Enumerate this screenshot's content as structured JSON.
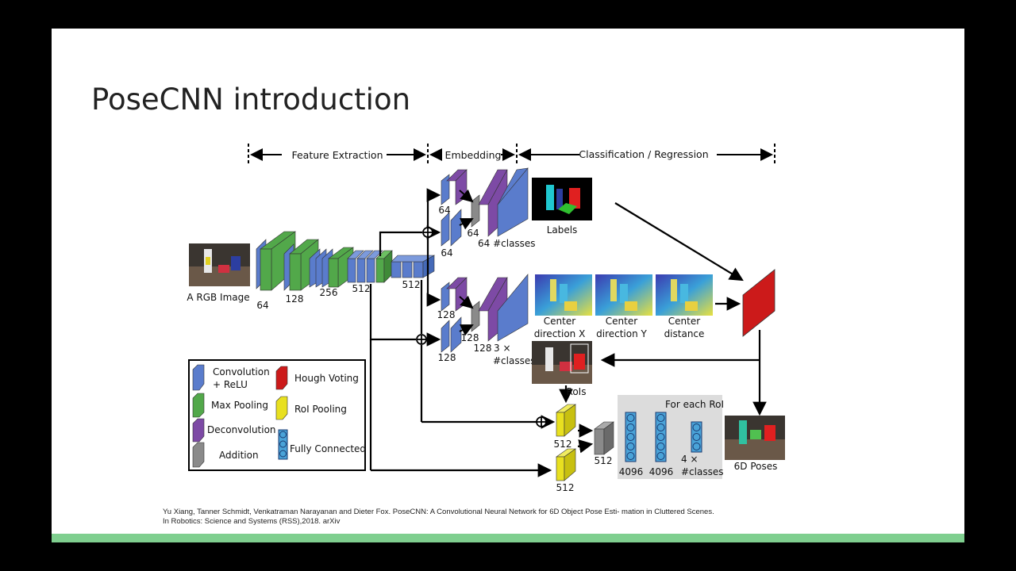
{
  "slide": {
    "title": "PoseCNN introduction",
    "citation": "Yu Xiang, Tanner Schmidt, Venkatraman Narayanan and Dieter Fox. PoseCNN: A Convolutional Neural Network for 6D Object Pose Esti- mation in Cluttered Scenes. In Robotics: Science and Systems (RSS),2018. arXiv"
  },
  "diagram": {
    "stages": [
      "Feature Extraction",
      "Embedding",
      "Classification / Regression"
    ],
    "input_label": "A RGB Image",
    "layer_sizes": {
      "s64": "64",
      "s128": "128",
      "s256": "256",
      "s512a": "512",
      "s512b": "512",
      "up64a": "64",
      "up64b": "64",
      "up64c": "64",
      "up_classes": "64 #classes",
      "mid128a": "128",
      "mid128b": "128",
      "mid128c": "128",
      "mid_classes_1": "3 ×",
      "mid_classes_2": "#classes",
      "roi512a": "512",
      "roi512b": "512",
      "roi512c": "512",
      "fc1": "4096",
      "fc2": "4096",
      "fc3_1": "4 ×",
      "fc3_2": "#classes"
    },
    "outputs": {
      "labels": "Labels",
      "center_x_1": "Center",
      "center_x_2": "direction X",
      "center_y_1": "Center",
      "center_y_2": "direction Y",
      "center_d_1": "Center",
      "center_d_2": "distance",
      "rois": "RoIs",
      "for_each_roi": "For each RoI",
      "poses": "6D Poses"
    },
    "legend": {
      "conv_1": "Convolution",
      "conv_2": "+ ReLU",
      "maxpool": "Max Pooling",
      "deconv": "Deconvolution",
      "addition": "Addition",
      "hough": "Hough Voting",
      "roipool": "RoI Pooling",
      "fc": "Fully Connected"
    },
    "colors": {
      "conv": "#5a7ccc",
      "maxpool": "#52a84a",
      "deconv": "#7d4aa5",
      "addition": "#8a8a8a",
      "hough": "#cc1a1a",
      "roipool": "#e8e020",
      "fc": "#4aa3d8"
    }
  }
}
